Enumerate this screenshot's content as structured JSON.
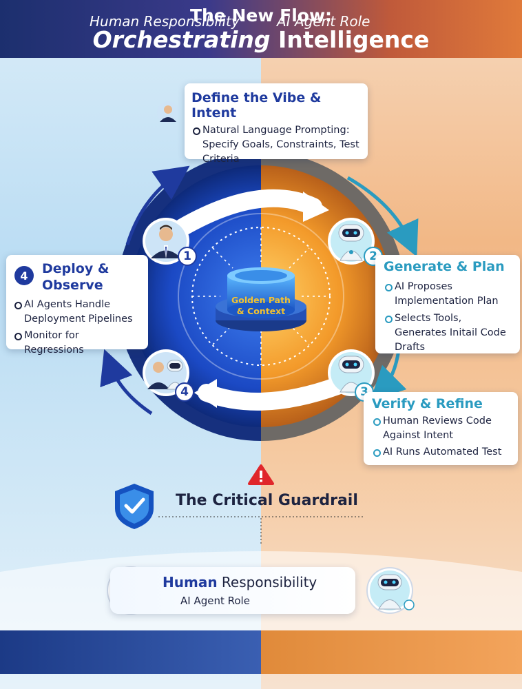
{
  "header": {
    "title_line1": "The New Flow:",
    "title_em": "Orchestrating",
    "title_rest": " Intelligence"
  },
  "steps": [
    {
      "num": "1",
      "title": "Define the Vibe & Intent",
      "items": [
        "Natural Language Prompting: Specify Goals, Constraints, Test Criteria"
      ]
    },
    {
      "num": "2",
      "title": "Generate & Plan",
      "items": [
        "AI Proposes Implementation Plan",
        "Selects Tools, Generates Initail Code Drafts"
      ]
    },
    {
      "num": "3",
      "title": "Verify & Refine",
      "items": [
        "Human Reviews Code Against Intent",
        "AI Runs Automated Test"
      ]
    },
    {
      "num": "4",
      "title_line1": "Deploy &",
      "title_line2": "Observe",
      "items": [
        "AI Agents Handle Deployment Pipelines",
        "Monitor for Regressions"
      ]
    }
  ],
  "center": {
    "line1": "Golden Path",
    "line2": "& Context"
  },
  "guardrail": {
    "title": "The Critical Guardrail"
  },
  "legend_card": {
    "bold": "Human",
    "rest": " Responsibility",
    "sub": "AI Agent Role"
  },
  "footer": {
    "left": "Human Responsibility",
    "right": "AI Agent Role"
  },
  "colors": {
    "human_blue": "#1f3a9e",
    "ai_teal": "#2a9bc0",
    "accent_orange": "#e07a3a",
    "warning_red": "#e0262b",
    "gold": "#f4c22f"
  },
  "icons": [
    "human-avatar-icon",
    "robot-avatar-icon",
    "shield-check-icon",
    "warning-icon",
    "user-circle-icon"
  ]
}
